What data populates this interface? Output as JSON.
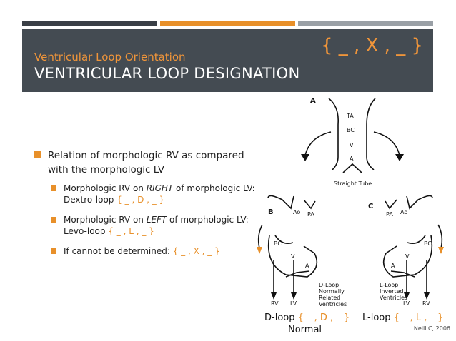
{
  "header": {
    "subtitle": "Ventricular Loop Orientation",
    "title": "VENTRICULAR LOOP DESIGNATION",
    "notation": "{ _ , X , _ }"
  },
  "colors": {
    "accent": "#e8902a",
    "header_bg": "#444b52",
    "bar_dark": "#3a3f46",
    "bar_gray": "#9aa0a6"
  },
  "bullets": {
    "main": "Relation of morphologic RV as compared with the morphologic LV",
    "items": [
      {
        "line1_pre": "Morphologic RV on ",
        "line1_em": "RIGHT",
        "line1_post": " of morphologic LV:",
        "line2_pre": "Dextro-loop ",
        "line2_code": "{ _ , D , _ }"
      },
      {
        "line1_pre": "Morphologic RV on ",
        "line1_em": "LEFT",
        "line1_post": " of morphologic LV:",
        "line2_pre": "Levo-loop ",
        "line2_code": "{ _ , L , _ }"
      },
      {
        "line1_pre": "If cannot be determined: ",
        "line1_code": "{ _ , X , _ }"
      }
    ]
  },
  "diagram": {
    "panel_a": {
      "label": "A",
      "parts": [
        "TA",
        "BC",
        "V",
        "A"
      ],
      "caption": "Straight Tube"
    },
    "panel_b": {
      "label": "B",
      "labels": [
        "Ao",
        "PA",
        "BC",
        "V",
        "A",
        "RV",
        "LV"
      ],
      "note": [
        "D-Loop",
        "Normally",
        "Related",
        "Ventricles"
      ]
    },
    "panel_c": {
      "label": "C",
      "labels": [
        "PA",
        "Ao",
        "BC",
        "V",
        "A",
        "LV",
        "RV"
      ],
      "note": [
        "L-Loop",
        "Inverted",
        "Ventricles"
      ]
    }
  },
  "captions": {
    "dloop_pre": "D-loop ",
    "dloop_code": "{ _ , D , _ }",
    "normal": "Normal",
    "lloop_pre": "L-loop ",
    "lloop_code": "{ _ , L , _ }"
  },
  "credit": "Neill C, 2006"
}
